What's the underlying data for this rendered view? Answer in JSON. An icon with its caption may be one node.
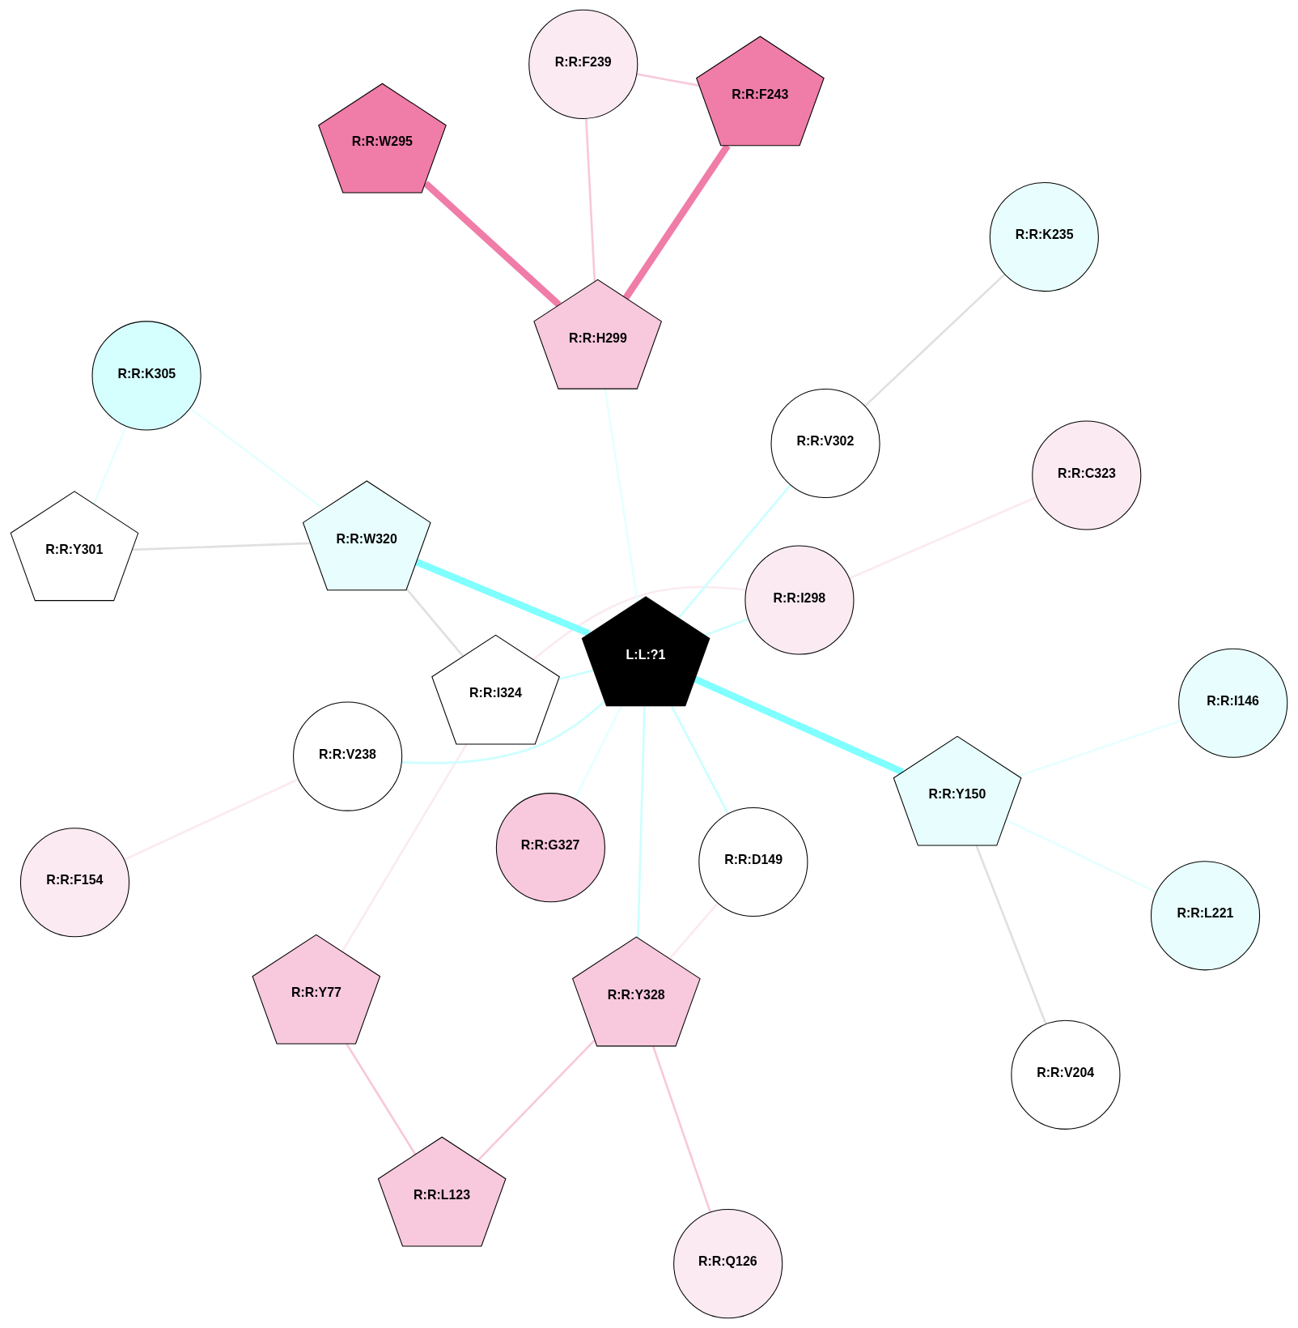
{
  "diagram": {
    "nodes": [
      {
        "text": [
          "R:R:Y77"
        ]
      },
      {
        "text": [
          "R:R:I146"
        ]
      },
      {
        "text": [
          "R:R:L123"
        ]
      },
      {
        "text": [
          "R:R:K305"
        ]
      },
      {
        "text": [
          "R:R:Q126"
        ]
      },
      {
        "text": [
          "R:R:D149"
        ]
      },
      {
        "text": [
          "R:R:G327"
        ]
      },
      {
        "text": [
          "R:R:Y150"
        ]
      },
      {
        "text": [
          "R:R:Y301"
        ]
      },
      {
        "text": [
          "R:R:V204"
        ]
      },
      {
        "text": [
          "R:R:Y328"
        ]
      },
      {
        "text": [
          "R:R:V238"
        ]
      },
      {
        "text": [
          "L:L:?1"
        ]
      },
      {
        "text": [
          "R:R:I324"
        ]
      },
      {
        "text": [
          "R:R:I298"
        ]
      },
      {
        "text": [
          "R:R:C323"
        ]
      },
      {
        "text": [
          "R:R:L221"
        ]
      },
      {
        "text": [
          "R:R:W320"
        ]
      },
      {
        "text": [
          "R:R:H299"
        ]
      },
      {
        "text": [
          "R:R:V302"
        ]
      },
      {
        "text": [
          "R:R:W295"
        ]
      },
      {
        "text": [
          "R:R:F154"
        ]
      },
      {
        "text": [
          "R:R:F243"
        ]
      },
      {
        "text": [
          "R:R:K235"
        ]
      },
      {
        "text": [
          "R:R:F239"
        ]
      }
    ],
    "edges": [
      {
        "from": 0,
        "to": 2,
        "arrow": "none",
        "color": "#f8c8dc"
      },
      {
        "from": 0,
        "to": 13,
        "arrow": "none",
        "color": "#fbeaf2"
      },
      {
        "from": 1,
        "to": 7,
        "arrow": "none",
        "color": "#e6ffff"
      },
      {
        "from": 2,
        "to": 10,
        "arrow": "none",
        "color": "#f8c8dc"
      },
      {
        "from": 4,
        "to": 10,
        "arrow": "none",
        "color": "#f8c8dc"
      },
      {
        "from": 5,
        "to": 10,
        "arrow": "none",
        "color": "#fbeaf2"
      },
      {
        "from": 5,
        "to": 12,
        "arrow": "none"
      },
      {
        "from": 6,
        "to": 12,
        "arrow": "none",
        "color": "#e6ffff"
      },
      {
        "from": 7,
        "to": 12,
        "arrow": "none",
        "style": "thick",
        "color": "#80ffff"
      },
      {
        "from": 7,
        "to": 9,
        "arrow": "none",
        "color": "#e0e0e0"
      },
      {
        "from": 7,
        "to": 16,
        "arrow": "none",
        "color": "#e6ffff"
      },
      {
        "from": 3,
        "to": 8,
        "arrow": "none",
        "color": "#e6ffff"
      },
      {
        "from": 3,
        "to": 17,
        "arrow": "none",
        "color": "#e6ffff"
      },
      {
        "from": 8,
        "to": 17,
        "arrow": "none",
        "color": "#e0e0e0"
      },
      {
        "from": 13,
        "to": 17,
        "arrow": "none",
        "color": "#e0e0e0"
      },
      {
        "from": 10,
        "to": 12,
        "arrow": "none"
      },
      {
        "from": 11,
        "to": 12,
        "arrow": "none"
      },
      {
        "from": 11,
        "to": 21,
        "arrow": "none",
        "color": "#fbeaf2"
      },
      {
        "from": 13,
        "to": 12,
        "arrow": "none"
      },
      {
        "from": 13,
        "to": 14,
        "arrow": "none",
        "color": "#fbeaf2"
      },
      {
        "from": 14,
        "to": 12,
        "arrow": "none"
      },
      {
        "from": 15,
        "to": 14,
        "arrow": "none",
        "color": "#fbeaf2"
      },
      {
        "from": 17,
        "to": 12,
        "arrow": "none",
        "style": "thick",
        "color": "#80ffff"
      },
      {
        "from": 19,
        "to": 12,
        "arrow": "none"
      },
      {
        "from": 18,
        "to": 12,
        "arrow": "none",
        "color": "#e6ffff"
      },
      {
        "from": 18,
        "to": 20,
        "arrow": "none",
        "style": "thick",
        "color": "#f07ca8"
      },
      {
        "from": 18,
        "to": 22,
        "arrow": "none",
        "style": "thick",
        "color": "#f07ca8"
      },
      {
        "from": 18,
        "to": 24,
        "arrow": "none",
        "color": "#f8c8dc"
      },
      {
        "from": 19,
        "to": 23,
        "arrow": "none",
        "color": "#e0e0e0"
      },
      {
        "from": 22,
        "to": 24,
        "arrow": "none",
        "color": "#f8c8dc"
      }
    ]
  }
}
